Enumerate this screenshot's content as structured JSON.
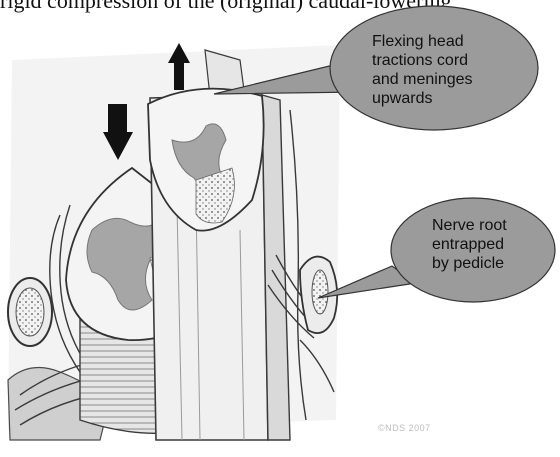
{
  "top_fragment": "rigid compression of the (original) caudal-lowering",
  "callouts": [
    {
      "lines": [
        "Flexing head",
        "tractions cord",
        "and meninges",
        "upwards"
      ]
    },
    {
      "lines": [
        "Nerve root",
        "entrapped",
        "by pedicle"
      ]
    }
  ],
  "arrows": [
    {
      "icon": "up-arrow-icon"
    },
    {
      "icon": "down-arrow-icon"
    }
  ],
  "copyright": "©NDS 2007",
  "colors": {
    "callout_fill": "#9b9b9b",
    "callout_stroke": "#333333",
    "drawing_stroke": "#3a3a3a",
    "grey_matter": "#a6a6a6"
  }
}
